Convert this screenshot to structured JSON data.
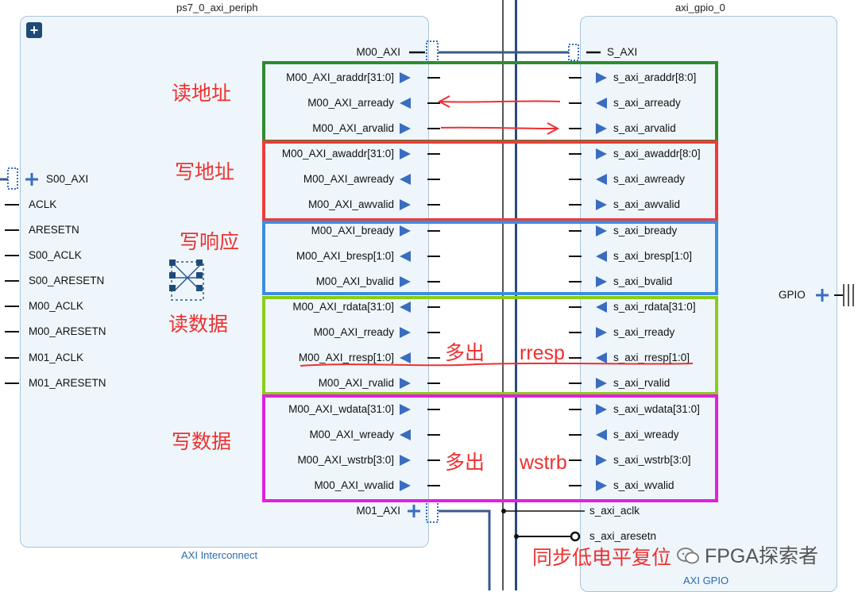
{
  "left_block": {
    "title": "ps7_0_axi_periph",
    "subtitle": "AXI Interconnect",
    "expand_glyph": "+",
    "bus_out_top": "M00_AXI",
    "bus_out_bottom": "M01_AXI",
    "bus_in": "S00_AXI",
    "inputs": [
      "ACLK",
      "ARESETN",
      "S00_ACLK",
      "S00_ARESETN",
      "M00_ACLK",
      "M00_ARESETN",
      "M01_ACLK",
      "M01_ARESETN"
    ],
    "ports": [
      "M00_AXI_araddr[31:0]",
      "M00_AXI_arready",
      "M00_AXI_arvalid",
      "M00_AXI_awaddr[31:0]",
      "M00_AXI_awready",
      "M00_AXI_awvalid",
      "M00_AXI_bready",
      "M00_AXI_bresp[1:0]",
      "M00_AXI_bvalid",
      "M00_AXI_rdata[31:0]",
      "M00_AXI_rready",
      "M00_AXI_rresp[1:0]",
      "M00_AXI_rvalid",
      "M00_AXI_wdata[31:0]",
      "M00_AXI_wready",
      "M00_AXI_wstrb[3:0]",
      "M00_AXI_wvalid"
    ]
  },
  "right_block": {
    "title": "axi_gpio_0",
    "subtitle": "AXI GPIO",
    "bus_in": "S_AXI",
    "gpio": "GPIO",
    "ports": [
      "s_axi_araddr[8:0]",
      "s_axi_arready",
      "s_axi_arvalid",
      "s_axi_awaddr[8:0]",
      "s_axi_awready",
      "s_axi_awvalid",
      "s_axi_bready",
      "s_axi_bresp[1:0]",
      "s_axi_bvalid",
      "s_axi_rdata[31:0]",
      "s_axi_rready",
      "s_axi_rresp[1:0]",
      "s_axi_rvalid",
      "s_axi_wdata[31:0]",
      "s_axi_wready",
      "s_axi_wstrb[3:0]",
      "s_axi_wvalid"
    ],
    "clock": "s_axi_aclk",
    "reset": "s_axi_aresetn"
  },
  "annotations": {
    "read_addr": "读地址",
    "write_addr": "写地址",
    "write_resp": "写响应",
    "read_data": "读数据",
    "write_data": "写数据",
    "extra1": "多出",
    "rresp": "rresp",
    "extra2": "多出",
    "wstrb": "wstrb",
    "sync_reset": "同步低电平复位"
  },
  "watermark": "FPGA探索者",
  "colors": {
    "read_addr": "#2e8b2e",
    "write_addr": "#ee3b3b",
    "write_resp": "#3b8ee0",
    "read_data": "#8ccc1a",
    "write_data": "#e020e0",
    "annotation": "#ee3030",
    "wire": "#3a5a8a",
    "arrow_icon": "#3a6cc0"
  }
}
